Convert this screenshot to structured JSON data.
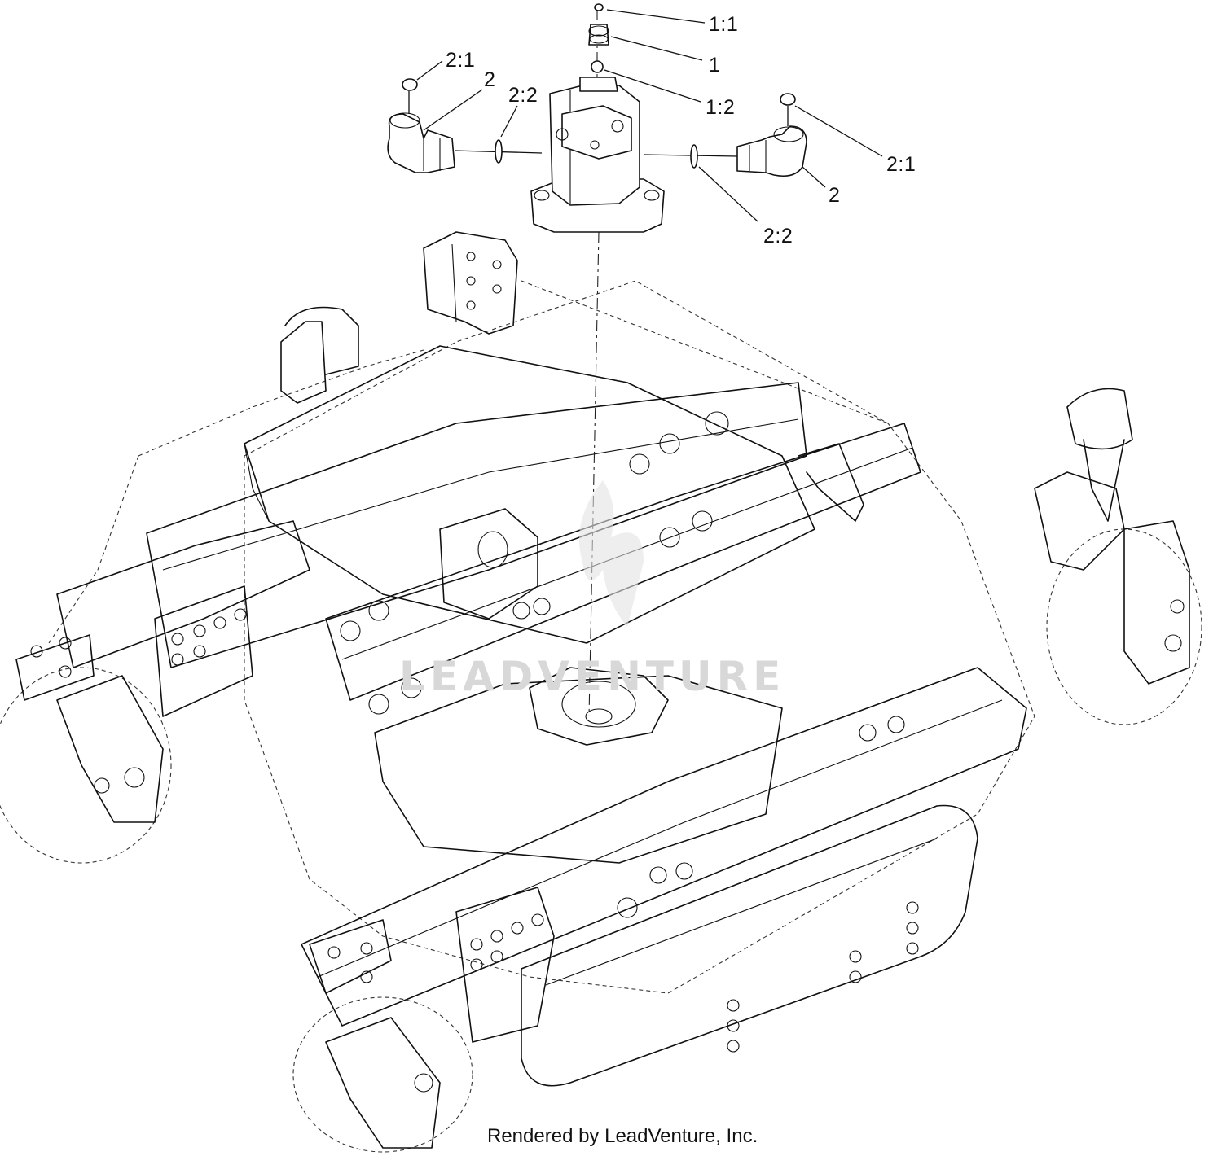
{
  "callouts": {
    "c1_1": "1:1",
    "c1": "1",
    "c1_2": "1:2",
    "c2_1_left": "2:1",
    "c2_left": "2",
    "c2_2_left": "2:2",
    "c2_1_right": "2:1",
    "c2_right": "2",
    "c2_2_right": "2:2"
  },
  "watermark": "LEADVENTURE",
  "footer": "Rendered by LeadVenture, Inc."
}
